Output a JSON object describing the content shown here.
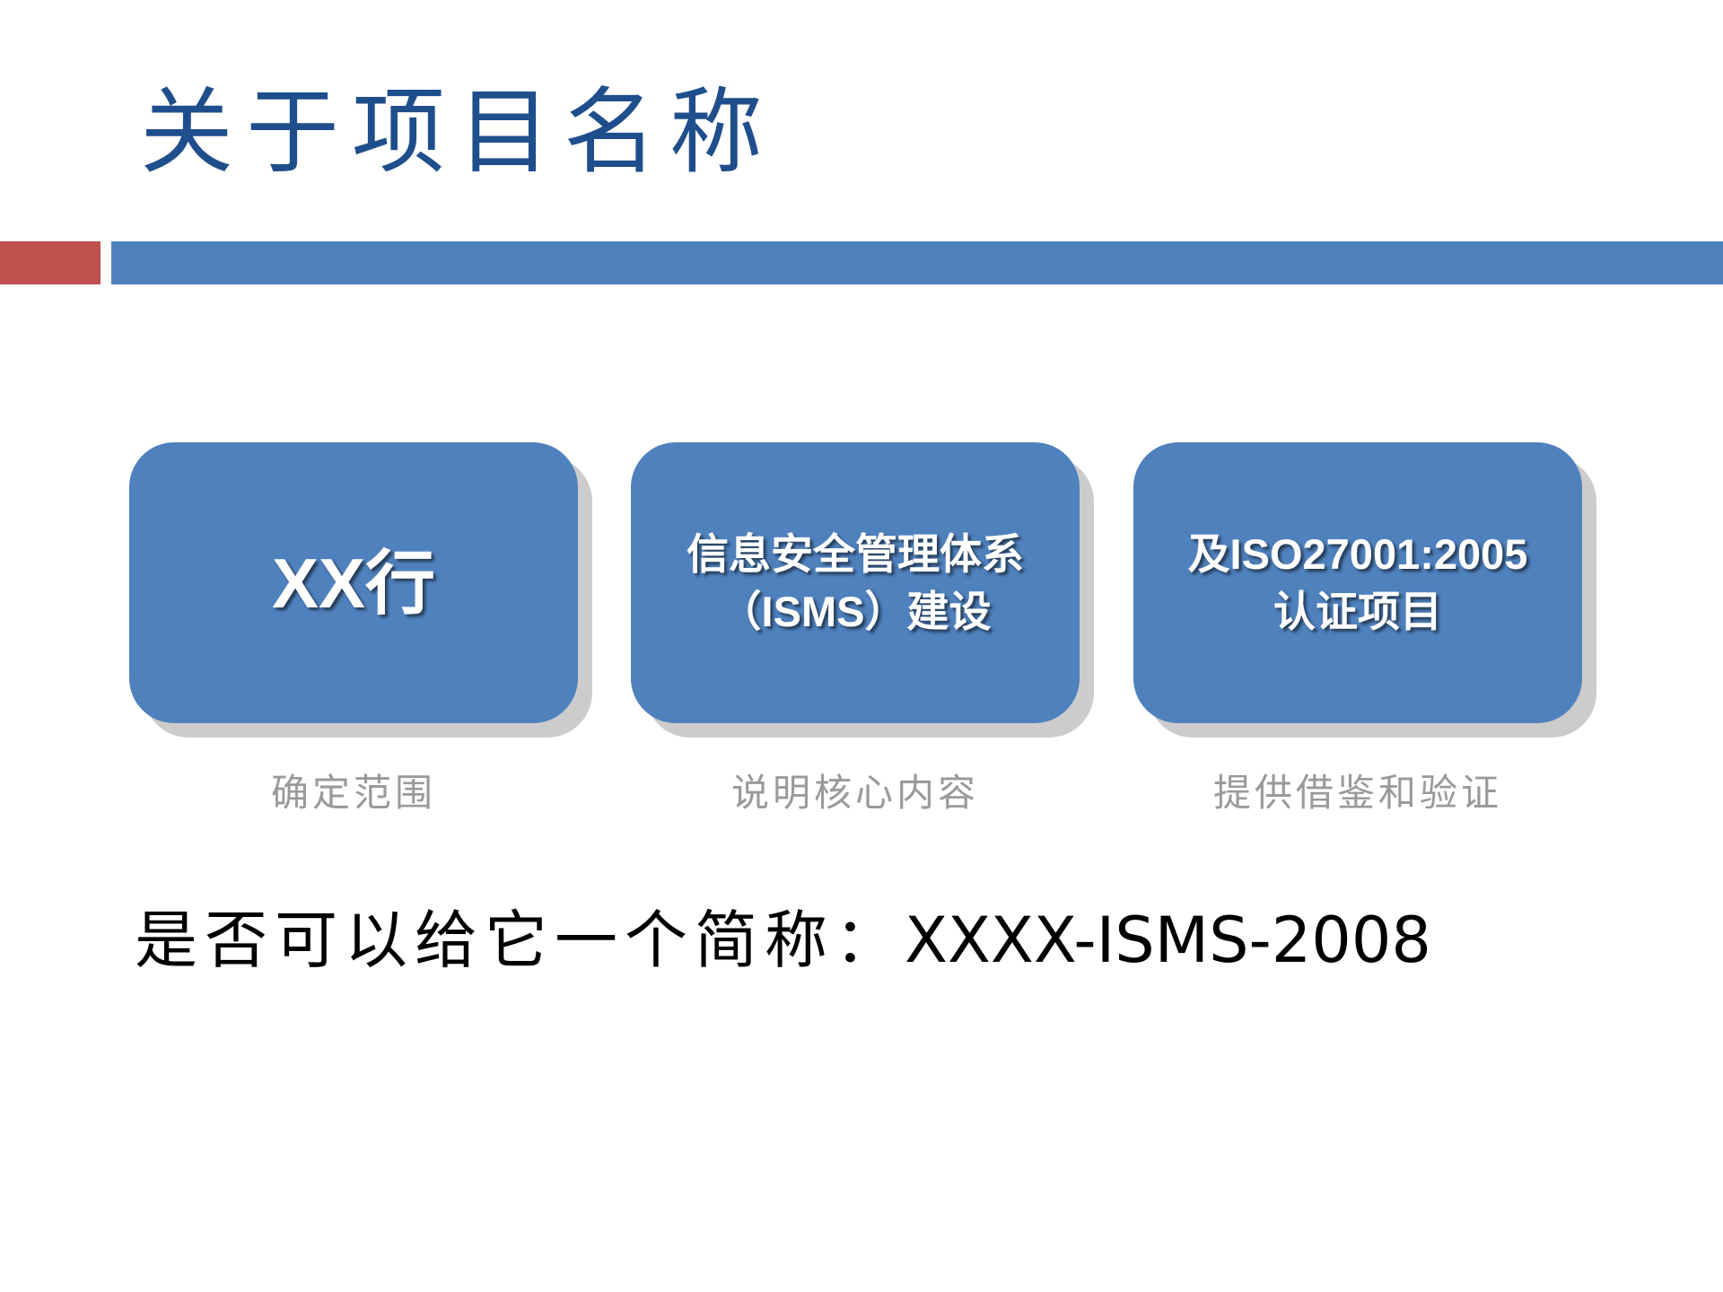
{
  "slide": {
    "title": "关于项目名称",
    "colors": {
      "title": "#1F4E8C",
      "accent_red": "#C0504D",
      "accent_blue": "#4F81BD",
      "caption": "#9A9A9A"
    },
    "cards": [
      {
        "text_lines": [
          "XX行"
        ],
        "caption": "确定范围"
      },
      {
        "text_lines": [
          "信息安全管理体系",
          "（ISMS）建设"
        ],
        "caption": "说明核心内容"
      },
      {
        "text_lines": [
          "及ISO27001:2005",
          "认证项目"
        ],
        "caption": "提供借鉴和验证"
      }
    ],
    "bottom_line": {
      "question": "是否可以给它一个简称：",
      "abbreviation": "XXXX-ISMS-2008"
    }
  }
}
